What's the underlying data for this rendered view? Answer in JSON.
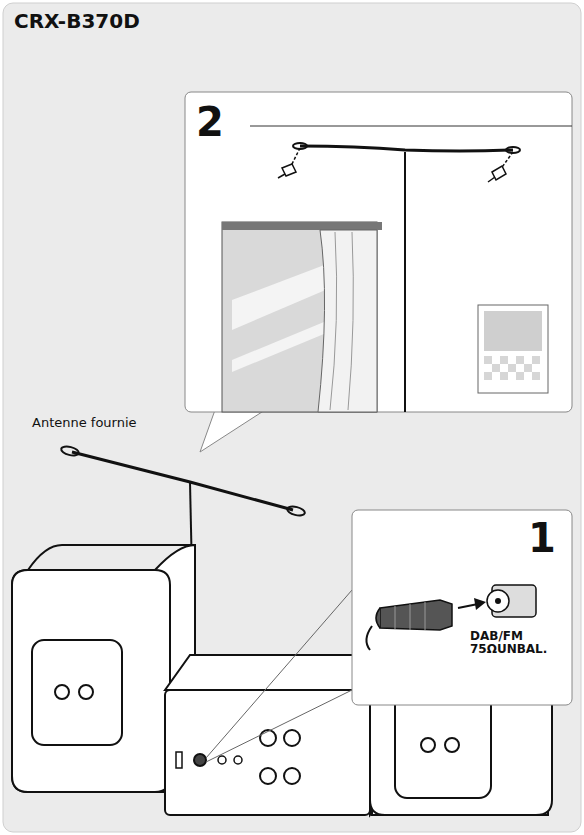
{
  "diagram": {
    "title": "CRX-B370D",
    "labels": [
      "Antenne fournie",
      "2",
      "1",
      "DAB/FM 75ΩUNBAL."
    ]
  }
}
